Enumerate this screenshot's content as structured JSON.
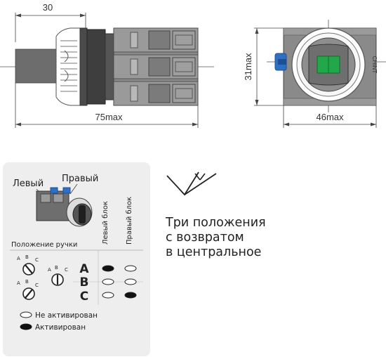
{
  "dimensions": {
    "shaft_length": "30",
    "overall_length": "75max",
    "height": "31max",
    "width": "46max"
  },
  "front_label": "CHINT",
  "legend_panel": {
    "label_left": "Левый",
    "label_right": "Правый",
    "col_left_block": "Левый блок",
    "col_right_block": "Правый блок",
    "handle_position": "Положение ручки",
    "rows": [
      "A",
      "B",
      "C"
    ],
    "pos_letters": [
      "A",
      "B",
      "C"
    ],
    "legend_inactive": "Не активирован",
    "legend_active": "Активирован",
    "states": [
      {
        "row": "A",
        "left": true,
        "right": false
      },
      {
        "row": "B",
        "left": false,
        "right": false
      },
      {
        "row": "C",
        "left": false,
        "right": true
      }
    ]
  },
  "description": {
    "line1": "Три положения",
    "line2": "с возвратом",
    "line3": "в центральное"
  },
  "colors": {
    "panel_bg": "#eeeeee",
    "body_gray": "#8a8a8a",
    "indicator_green": "#22a84a",
    "terminal_blue": "#2f6fc4"
  }
}
